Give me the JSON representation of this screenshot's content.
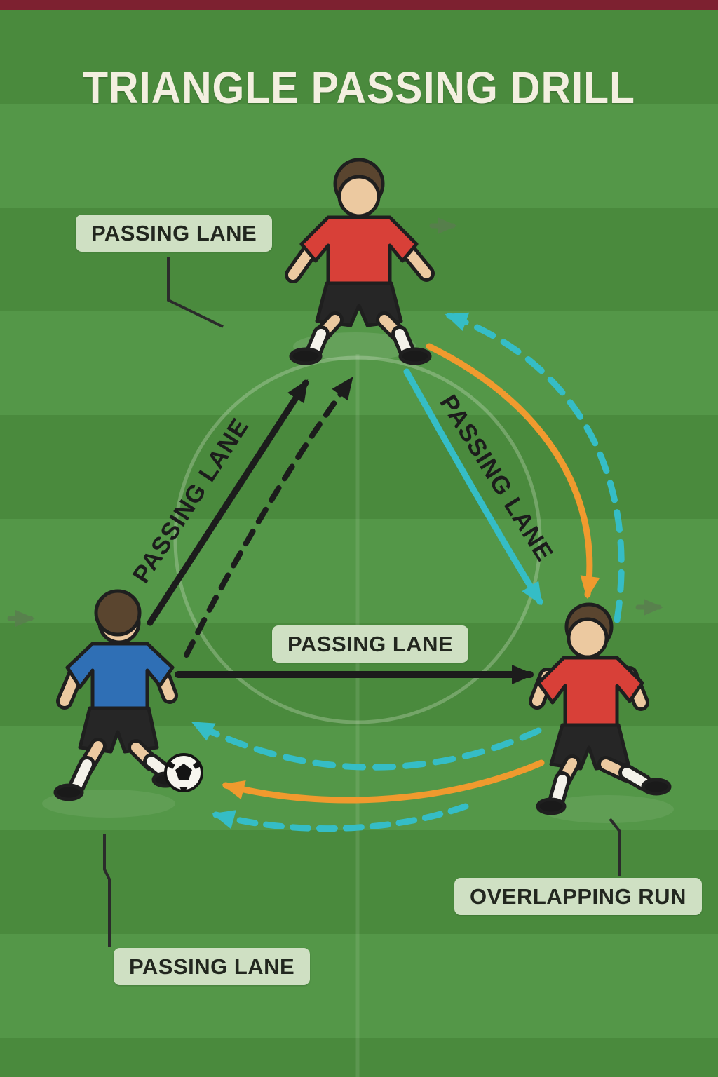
{
  "title": "TRIANGLE PASSING DRILL",
  "labels": {
    "passing_lane_top_left": "PASSING LANE",
    "passing_lane_diagonal_left": "PASSING LANE",
    "passing_lane_diagonal_right": "PASSING LANE",
    "passing_lane_center": "PASSING LANE",
    "overlapping_run": "OVERLAPPING RUN",
    "passing_lane_bottom": "PASSING LANE"
  },
  "players": [
    {
      "id": "top-player",
      "shirt_color": "#d84038",
      "shorts_color": "#262626",
      "position": "top-center"
    },
    {
      "id": "left-player",
      "shirt_color": "#2f6fb5",
      "shorts_color": "#262626",
      "position": "bottom-left",
      "has_ball": true
    },
    {
      "id": "right-player",
      "shirt_color": "#d84038",
      "shorts_color": "#262626",
      "position": "bottom-right"
    }
  ],
  "arrows": [
    {
      "name": "pass-left-to-top-solid",
      "style": "solid",
      "color": "#1c1c1c",
      "meaning": "passing lane"
    },
    {
      "name": "pass-left-to-top-dashed",
      "style": "dashed",
      "color": "#1c1c1c",
      "meaning": "passing lane"
    },
    {
      "name": "pass-left-to-right-horizontal",
      "style": "solid",
      "color": "#1c1c1c",
      "meaning": "passing lane"
    },
    {
      "name": "pass-top-to-right",
      "style": "solid",
      "color": "#35bdc6",
      "meaning": "passing lane"
    },
    {
      "name": "run-top-to-right-orange",
      "style": "solid",
      "color": "#f09a2e",
      "meaning": "overlapping run"
    },
    {
      "name": "run-right-to-top-dashed",
      "style": "dashed",
      "color": "#35bdc6",
      "meaning": "overlapping run"
    },
    {
      "name": "run-right-to-left-dashed-upper",
      "style": "dashed",
      "color": "#35bdc6",
      "meaning": "overlapping run"
    },
    {
      "name": "run-right-to-left-orange",
      "style": "solid",
      "color": "#f09a2e",
      "meaning": "overlapping run"
    },
    {
      "name": "run-right-to-left-dashed-lower",
      "style": "dashed",
      "color": "#35bdc6",
      "meaning": "overlapping run"
    }
  ],
  "colors": {
    "field_dark": "#4a8a3d",
    "field_light": "#549748",
    "top_bar": "#7d2130",
    "title_text": "#f3efe0",
    "label_bg": "#cfe0c3",
    "label_text": "#22271f",
    "arrow_black": "#1c1c1c",
    "arrow_teal": "#35bdc6",
    "arrow_orange": "#f09a2e",
    "arrow_gray": "#597e4e",
    "shirt_red": "#d84038",
    "shirt_blue": "#2f6fb5",
    "skin": "#ecc9a0",
    "hair": "#5a452f"
  }
}
